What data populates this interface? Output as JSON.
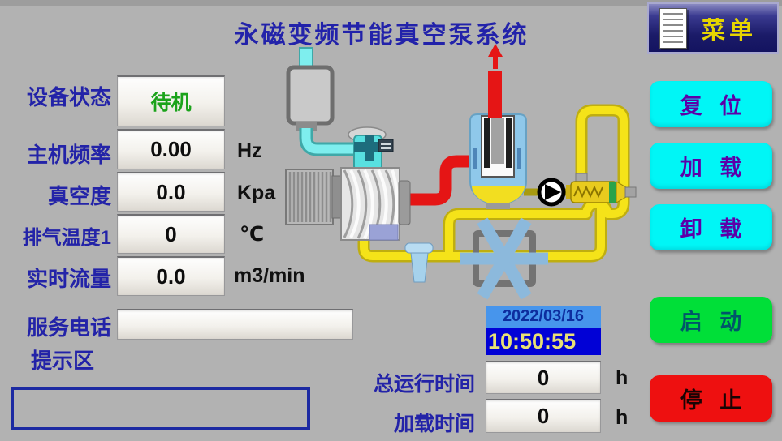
{
  "title": "永磁变频节能真空泵系统",
  "status_panel": {
    "rows": [
      {
        "label": "设备状态",
        "value": "待机",
        "unit": ""
      },
      {
        "label": "主机频率",
        "value": "0.00",
        "unit": "Hz"
      },
      {
        "label": "真空度",
        "value": "0.0",
        "unit": "Kpa"
      },
      {
        "label": "排气温度1",
        "value": "0",
        "unit": "℃"
      },
      {
        "label": "实时流量",
        "value": "0.0",
        "unit": "m3/min"
      }
    ],
    "service_phone": {
      "label": "服务电话",
      "value": ""
    },
    "prompt_area": {
      "label": "提示区",
      "value": ""
    }
  },
  "clock": {
    "date": "2022/03/16",
    "time": "10:50:55"
  },
  "runtime": {
    "total": {
      "label": "总运行时间",
      "value": "0",
      "unit": "h"
    },
    "load": {
      "label": "加载时间",
      "value": "0",
      "unit": "h"
    }
  },
  "buttons": {
    "menu": "菜单",
    "reset": "复位",
    "load": "加载",
    "unload": "卸载",
    "start": "启动",
    "stop": "停止"
  },
  "colors": {
    "background": "#b2b2b2",
    "label_blue": "#2323a8",
    "status_green": "#1ba31b",
    "button_cyan": "#00f6f6",
    "button_green": "#00df38",
    "button_red": "#ee1010",
    "menu_navy": "#1b1b68",
    "menu_text_yellow": "#e6d400",
    "date_bg": "#4795ec",
    "time_bg": "#0101d6",
    "time_text": "#e9e175",
    "pipe_yellow": "#f5e319",
    "pipe_red": "#e51515",
    "pipe_cyan": "#7eeeee"
  },
  "diagram": {
    "icons": [
      "inlet-filter-tank",
      "inlet-pipe",
      "inlet-valve",
      "drive-motor",
      "screw-pump",
      "discharge-pipe",
      "oil-gas-separator",
      "separator-filter-element",
      "exhaust-outlet",
      "oil-line-valve",
      "oil-filter",
      "oil-return-pipes",
      "oil-cooler-fan",
      "drain-funnel"
    ]
  }
}
